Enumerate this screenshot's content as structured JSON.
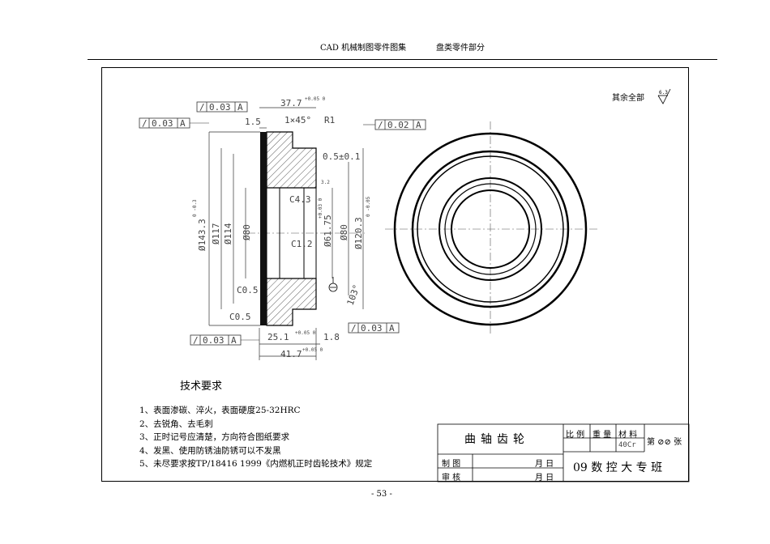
{
  "header": {
    "book_title": "CAD 机械制图零件图集",
    "section": "盘类零件部分"
  },
  "footer": {
    "page_number": "- 53 -"
  },
  "drawing": {
    "surface_note": "其余全部",
    "surface_symbol_value": "6.3",
    "dimensions": {
      "d_37_7": "37.7",
      "d_37_7_tol": "+0.05 0",
      "d_1_5": "1.5",
      "chamfer_1x45": "1×45°",
      "r1": "R1",
      "d_0_5": "0.5±0.1",
      "c4_3": "C4.3",
      "c1_2": "C1.2",
      "c0_5_a": "C0.5",
      "c0_5_b": "C0.5",
      "phi_143_3": "Ø143.3",
      "phi_143_3_tol": "0 -0.3",
      "phi_117": "Ø117",
      "phi_114": "Ø114",
      "phi_80_left": "Ø80",
      "phi_61_75": "Ø61.75",
      "phi_61_75_tol": "+0.03 0",
      "phi_80_right": "Ø80",
      "phi_120_3": "Ø120.3",
      "phi_120_3_tol": "0 -0.05",
      "d_25_1": "25.1",
      "d_25_1_tol": "+0.05 0",
      "d_1_8": "1.8",
      "d_41_7": "41.7",
      "d_41_7_tol": "+0.05 0",
      "angle_103": "103°",
      "small_rough": "3.2"
    },
    "tolerance_frames": [
      {
        "symbol": "/",
        "value": "0.03",
        "datum": "A"
      },
      {
        "symbol": "/",
        "value": "0.03",
        "datum": "A"
      },
      {
        "symbol": "/",
        "value": "0.02",
        "datum": "A"
      },
      {
        "symbol": "/",
        "value": "0.03",
        "datum": "A"
      },
      {
        "symbol": "/",
        "value": "0.03",
        "datum": "A"
      }
    ],
    "datum_label": "A",
    "technical_requirements": {
      "title": "技术要求",
      "items": [
        "1、表面渗碳、淬火，表面硬度25-32HRC",
        "2、去锐角、去毛刺",
        "3、正时记号应清楚，方向符合图纸要求",
        "4、发黑、使用防锈油防锈可以不发黑",
        "5、未尽要求按TP/18416 1999《内燃机正时齿轮技术》规定"
      ]
    },
    "title_block": {
      "part_name": "曲轴齿轮",
      "scale_label": "比 例",
      "weight_label": "重 量",
      "material_label": "材 料",
      "material_value": "40Cr",
      "sheet_label": "第 ⊘⊘ 张",
      "drawn_label": "制 图",
      "checked_label": "审 核",
      "month_day_1": "月  日",
      "month_day_2": "月  日",
      "class_name": "09 数 控 大 专 班"
    }
  }
}
